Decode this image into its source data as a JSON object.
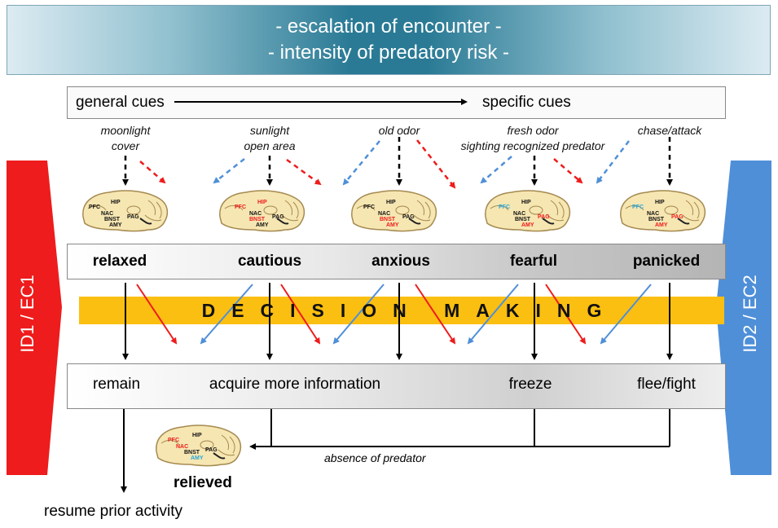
{
  "header": {
    "line1": "- escalation of encounter -",
    "line2": "- intensity of predatory risk -"
  },
  "cue_bar": {
    "start": "general cues",
    "end": "specific cues"
  },
  "cues": [
    {
      "line1": "moonlight",
      "line2": "cover"
    },
    {
      "line1": "sunlight",
      "line2": "open area"
    },
    {
      "line1": "old odor",
      "line2": ""
    },
    {
      "line1": "fresh odor",
      "line2": "sighting recognized predator"
    },
    {
      "line1": "chase/attack",
      "line2": ""
    }
  ],
  "brain_regions": {
    "pfc": "PFC",
    "hip": "HIP",
    "nac": "NAC",
    "bnst": "BNST",
    "pag": "PAG",
    "amy": "AMY"
  },
  "states": [
    "relaxed",
    "cautious",
    "anxious",
    "fearful",
    "panicked"
  ],
  "decision": "DECISION MAKING",
  "outcomes": [
    "remain",
    "acquire more information",
    "freeze",
    "flee/fight"
  ],
  "absence_label": "absence of predator",
  "relieved_label": "relieved",
  "resume_label": "resume prior activity",
  "side_left": "ID1 / EC1",
  "side_right": "ID2 / EC2",
  "colors": {
    "red": "#ee1c1c",
    "blue": "#4f8fd8",
    "gold": "#fbbf11",
    "cyan": "#29a7d8",
    "teal": "#2a7a95",
    "brain_fill": "#f6e6b2",
    "brain_stroke": "#a58a50"
  }
}
